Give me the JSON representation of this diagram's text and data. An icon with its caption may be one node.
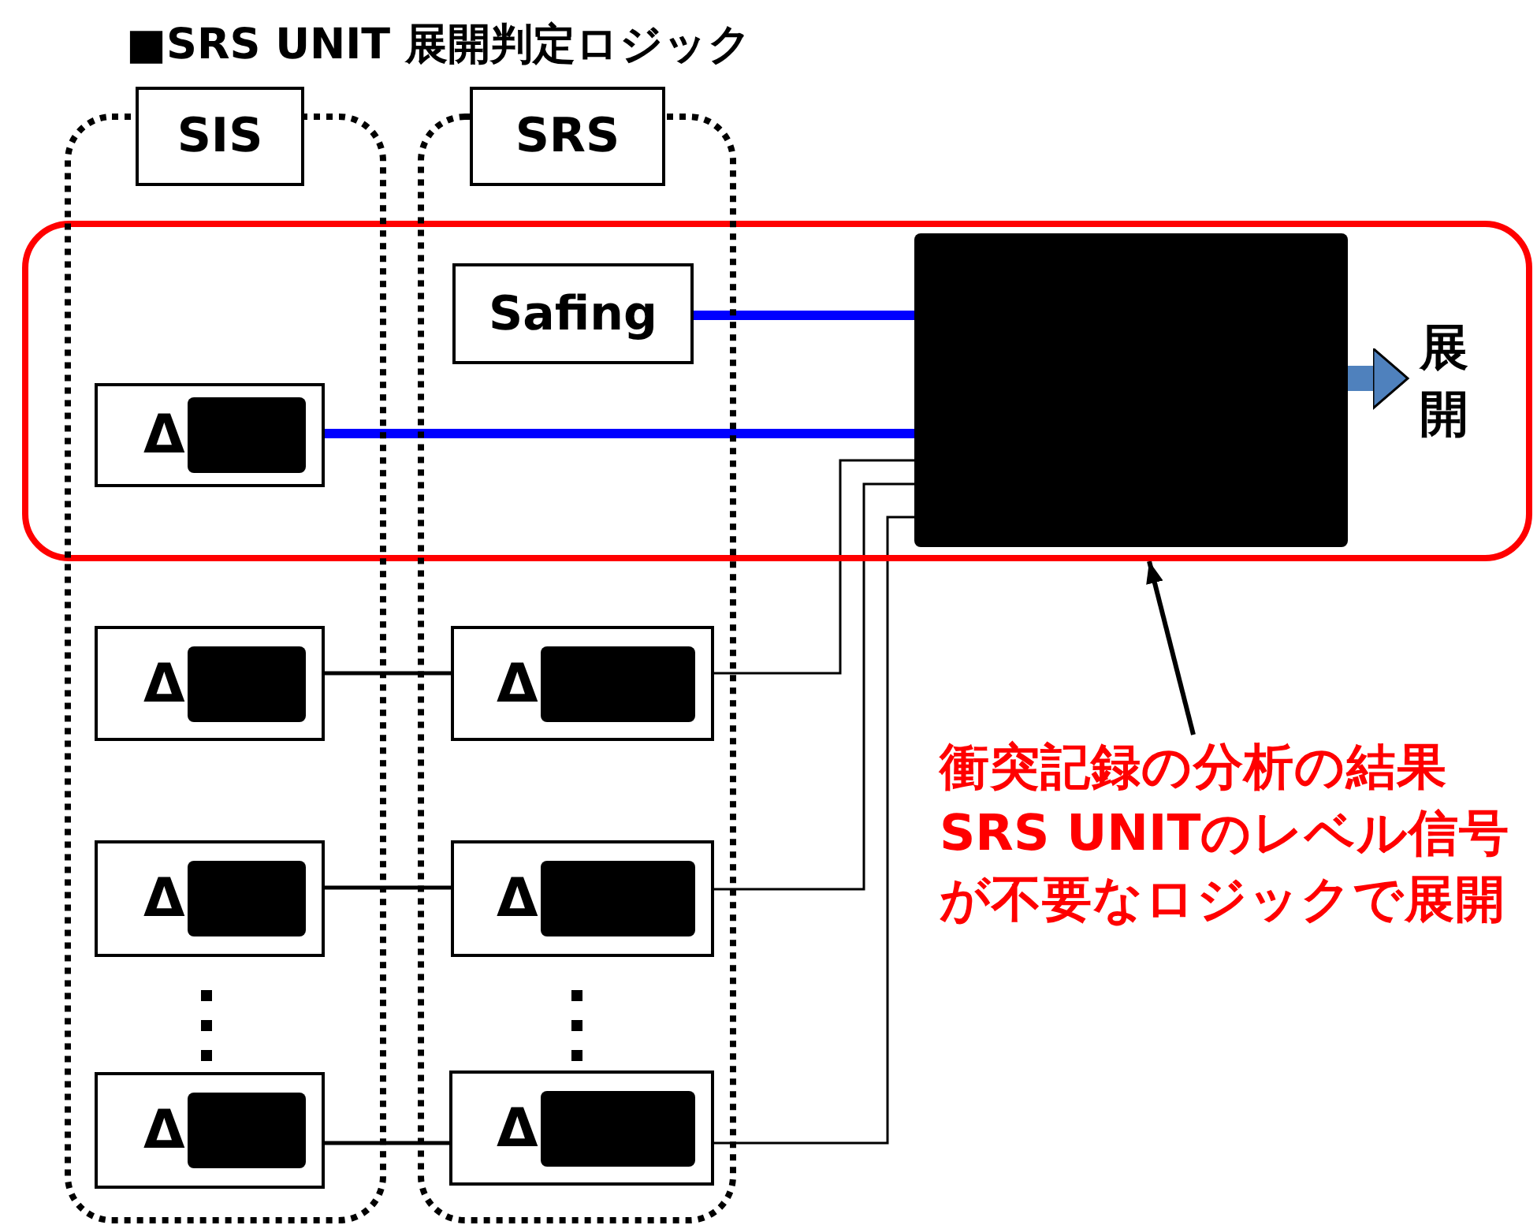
{
  "diagram": {
    "title": "■SRS UNIT 展開判定ロジック",
    "nodes": [
      {
        "text": [],
        "shape": "box"
      },
      {
        "text": [
          "SIS"
        ]
      },
      {
        "text": [
          "SRS"
        ]
      },
      {
        "text": [
          "Safing"
        ]
      },
      {
        "text": [
          "Δ"
        ]
      },
      {
        "text": [],
        "shape": "box",
        "in": 0
      },
      {
        "text": [
          "展開"
        ],
        "in": 0
      },
      {
        "text": [
          "Δ"
        ],
        "in": 1
      },
      {
        "text": [
          "Δ"
        ],
        "in": 2
      },
      {
        "text": [
          "Δ"
        ],
        "in": 1
      },
      {
        "text": [
          "Δ"
        ],
        "in": 2
      },
      {
        "text": [
          "Δ"
        ],
        "in": 1
      },
      {
        "text": [
          "Δ"
        ],
        "in": 2
      },
      {
        "text": [
          "衝突記録の分析の結果SRS UNITのレベル信号が不要なロジックで展開"
        ]
      }
    ],
    "edges": [
      {
        "from": 3,
        "to": 5,
        "arrow": "none",
        "style": "thick",
        "color": "#0000ff"
      },
      {
        "from": 4,
        "to": 5,
        "arrow": "none",
        "style": "thick",
        "color": "#0000ff"
      },
      {
        "from": 7,
        "to": 8,
        "arrow": "none"
      },
      {
        "from": 9,
        "to": 10,
        "arrow": "none"
      },
      {
        "from": 11,
        "to": 12,
        "arrow": "none"
      },
      {
        "from": 8,
        "to": 5,
        "arrow": "none"
      },
      {
        "from": 10,
        "to": 5,
        "arrow": "none"
      },
      {
        "from": 12,
        "to": 5,
        "arrow": "none"
      },
      {
        "from": 5,
        "to": 6,
        "arrow": "to",
        "style": "thick",
        "color": "#4f81bd"
      },
      {
        "from": 13,
        "to": 0,
        "arrow": "to"
      }
    ]
  }
}
